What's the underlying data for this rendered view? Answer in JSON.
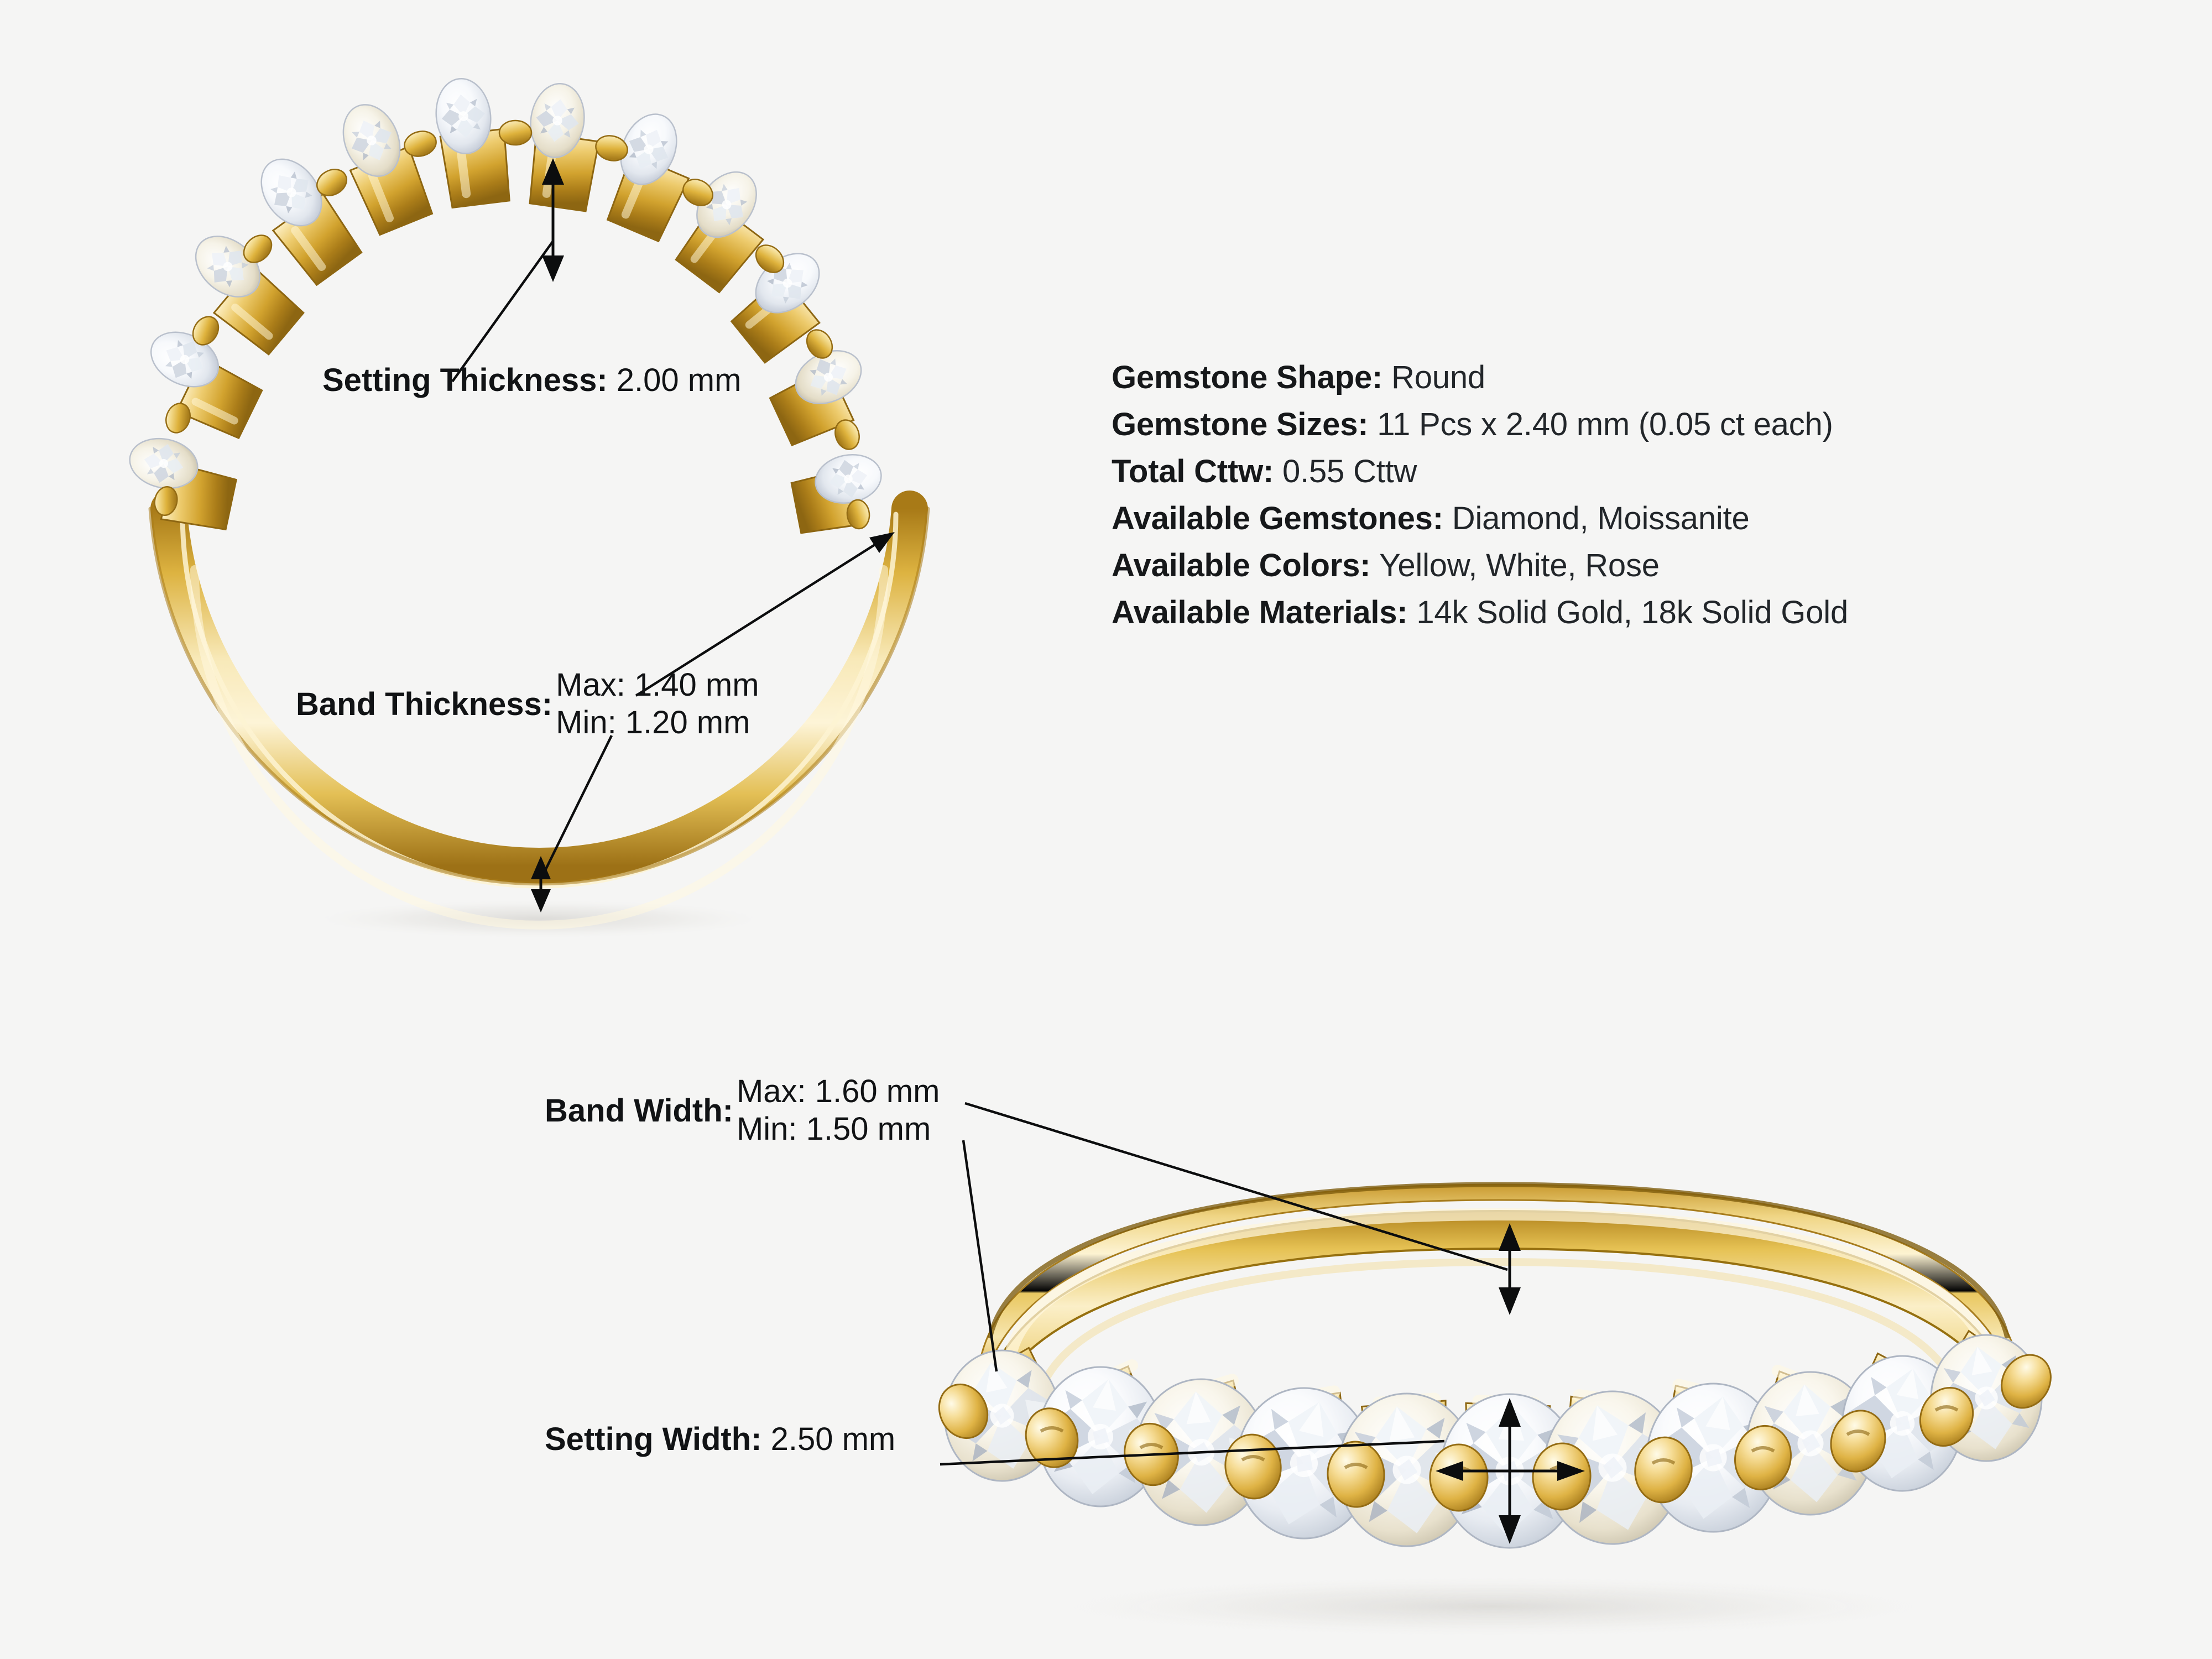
{
  "background": "#f5f5f4",
  "ink": "#111315",
  "metal": {
    "name": "yellow-gold",
    "core": "#f0d98f",
    "mid": "#e3b93f",
    "deep": "#b98b23",
    "bright": "#fff2c4",
    "shadowEdge": "#9a7318"
  },
  "gem": {
    "name": "round-brilliant-diamond",
    "body": "#ffffff",
    "facetLight": "#f4f7fb",
    "facetMid": "#d9dee6",
    "facetDark": "#9aa3b0",
    "warm": "#efe7cf"
  },
  "specs": {
    "items": [
      {
        "label": "Gemstone Shape:",
        "value": "Round"
      },
      {
        "label": "Gemstone Sizes:",
        "value": "11 Pcs x 2.40 mm (0.05 ct each)"
      },
      {
        "label": "Total Cttw:",
        "value": "0.55 Cttw"
      },
      {
        "label": "Available Gemstones:",
        "value": "Diamond, Moissanite"
      },
      {
        "label": "Available Colors:",
        "value": "Yellow, White, Rose"
      },
      {
        "label": "Available Materials:",
        "value": "14k Solid Gold, 18k Solid Gold"
      }
    ]
  },
  "annotations": {
    "setting_thickness": {
      "label": "Setting Thickness:",
      "value": "2.00 mm"
    },
    "band_thickness": {
      "label": "Band Thickness:",
      "max": "Max: 1.40 mm",
      "min": "Min: 1.20 mm"
    },
    "band_width": {
      "label": "Band Width:",
      "max": "Max: 1.60 mm",
      "min": "Min: 1.50 mm"
    },
    "setting_width": {
      "label": "Setting Width:",
      "value": "2.50 mm"
    }
  },
  "product": {
    "stone_count_front": 11,
    "views": [
      {
        "name": "profile-view-ring",
        "note": "side/profile view, stones across upper half"
      },
      {
        "name": "perspective-view-ring",
        "note": "three-quarter view, 11 stones in a row"
      }
    ]
  }
}
